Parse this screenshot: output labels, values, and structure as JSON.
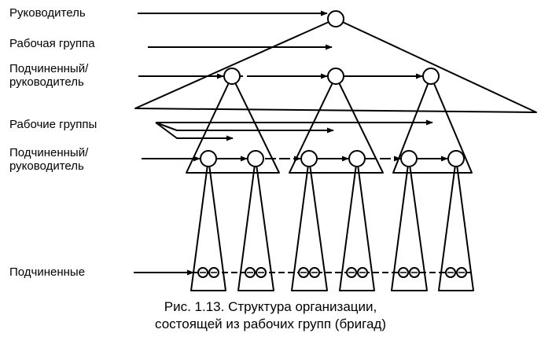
{
  "labels": {
    "leader": "Руководитель",
    "working_group": "Рабочая группа",
    "sub_leader_1_line1": "Подчиненный/",
    "sub_leader_1_line2": "руководитель",
    "working_groups": "Рабочие группы",
    "sub_leader_2_line1": "Подчиненный/",
    "sub_leader_2_line2": "руководитель",
    "subordinates": "Подчиненные"
  },
  "caption": {
    "line1": "Рис. 1.13. Структура организации,",
    "line2": "состоящей из рабочих групп (бригад)"
  },
  "colors": {
    "ink": "#000000",
    "paper": "#ffffff"
  }
}
